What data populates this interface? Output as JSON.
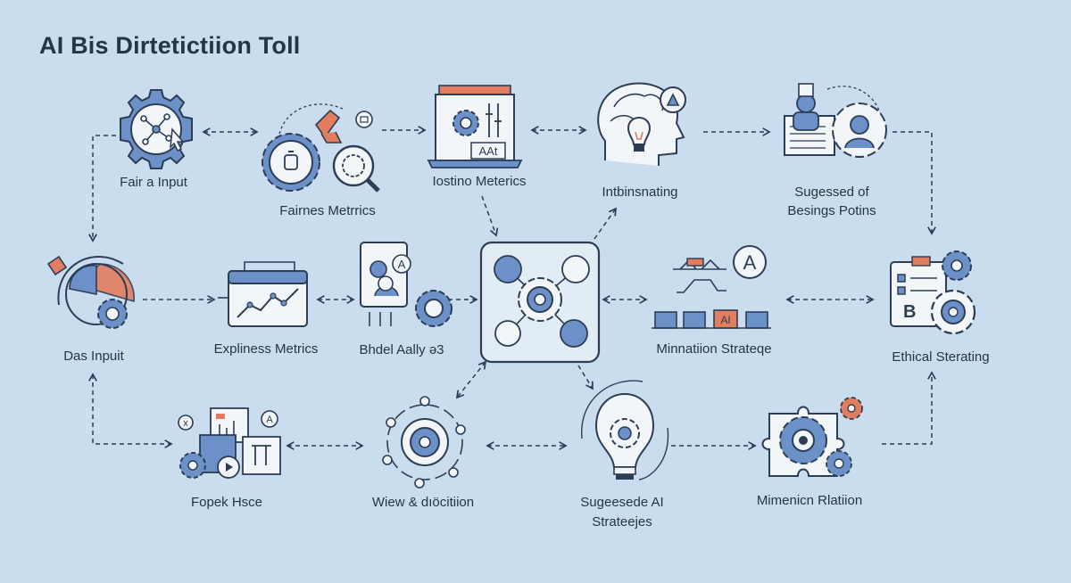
{
  "title": "AI Bis Dirtetictiion Toll",
  "colors": {
    "background": "#c9ddee",
    "ink": "#2c3d55",
    "accent_blue": "#6b91c8",
    "accent_orange": "#e27d5f",
    "panel": "#f3f6f9"
  },
  "nodes": {
    "fair_input": {
      "label": "Fair a Input",
      "icon": "gear-network-icon"
    },
    "fairness_metrics": {
      "label": "Fairnes Metrrics",
      "icon": "gears-magnifier-icon"
    },
    "testing_metrics": {
      "label": "Iostino Meterics",
      "icon": "laptop-gear-icon"
    },
    "interpreting": {
      "label": "Intbinsnating",
      "icon": "head-lightbulb-icon"
    },
    "suggested_options": {
      "label_line1": "Sugessed of",
      "label_line2": "Besings Potins",
      "icon": "person-presentation-icon"
    },
    "data_input": {
      "label": "Das Inpuit",
      "icon": "data-gear-icon"
    },
    "explainability_metrics": {
      "label": "Expliness Metrics",
      "icon": "chart-window-icon"
    },
    "model_analysis": {
      "label": "Bhdel Aally ə3",
      "icon": "users-gear-icon"
    },
    "center_hub": {
      "label": "",
      "icon": "network-hub-icon"
    },
    "mitigation_strategy": {
      "label": "Minnatiion Strateqe",
      "icon": "balance-blocks-icon"
    },
    "ethical_steering": {
      "label": "Ethical Sterating",
      "icon": "checklist-gear-icon"
    },
    "report_use": {
      "label": "Fopek Hsce",
      "icon": "chart-documents-icon"
    },
    "view_decision": {
      "label": "Wiew & dıöcitiion",
      "icon": "target-network-icon"
    },
    "suggested_ai_strategies": {
      "label_line1": "Sugeesede AI",
      "label_line2": "Strateejes",
      "icon": "lightbulb-gear-icon"
    },
    "mitigation_relation": {
      "label": "Mimenicn Rlatiion",
      "icon": "puzzle-gear-icon"
    }
  },
  "icon_text": {
    "aat": "AAt",
    "a_letter": "A",
    "b_letter": "B",
    "ai_letters": "AI",
    "x_letter": "x"
  }
}
